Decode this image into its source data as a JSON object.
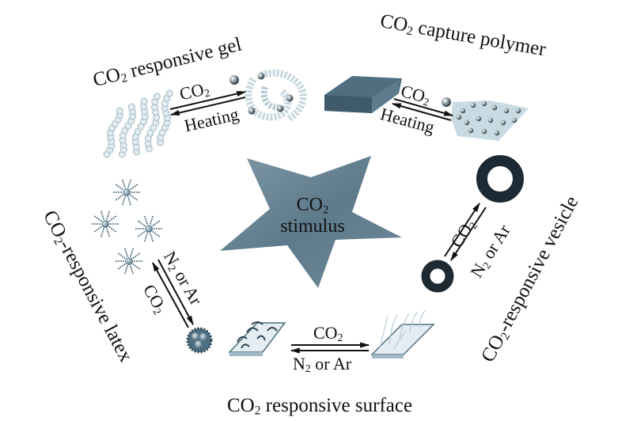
{
  "title": "CO2 stimulus responsive materials",
  "center": {
    "line1": "CO",
    "line1_sub": "2",
    "line2": "stimulus"
  },
  "colors": {
    "primary": "#4f6e80",
    "light": "#c8dbe3",
    "dark": "#1d2a33"
  },
  "modules": [
    {
      "id": "gel",
      "title_pre": "CO",
      "title_sub": "2",
      "title_post": " responsive gel",
      "forward": {
        "pre": "CO",
        "sub": "2",
        "post": ""
      },
      "reverse": {
        "text": "Heating"
      }
    },
    {
      "id": "capture",
      "title_pre": "CO",
      "title_sub": "2",
      "title_post": " capture polymer",
      "forward": {
        "pre": "CO",
        "sub": "2",
        "post": ""
      },
      "reverse": {
        "text": "Heating"
      }
    },
    {
      "id": "vesicle",
      "title_pre": "CO",
      "title_sub": "2",
      "title_post": "-responsive vesicle",
      "forward": {
        "pre": "CO",
        "sub": "2",
        "post": ""
      },
      "reverse": {
        "pre": "N",
        "sub": "2",
        "post": " or Ar"
      }
    },
    {
      "id": "surface",
      "title_pre": "CO",
      "title_sub": "2",
      "title_post": " responsive surface",
      "forward": {
        "pre": "CO",
        "sub": "2",
        "post": ""
      },
      "reverse": {
        "pre": "N",
        "sub": "2",
        "post": " or Ar"
      }
    },
    {
      "id": "latex",
      "title_pre": "CO",
      "title_sub": "2",
      "title_post": "-responsive latex",
      "forward": {
        "pre": "N",
        "sub": "2",
        "post": " or Ar"
      },
      "reverse": {
        "pre": "CO",
        "sub": "2",
        "post": ""
      }
    }
  ]
}
